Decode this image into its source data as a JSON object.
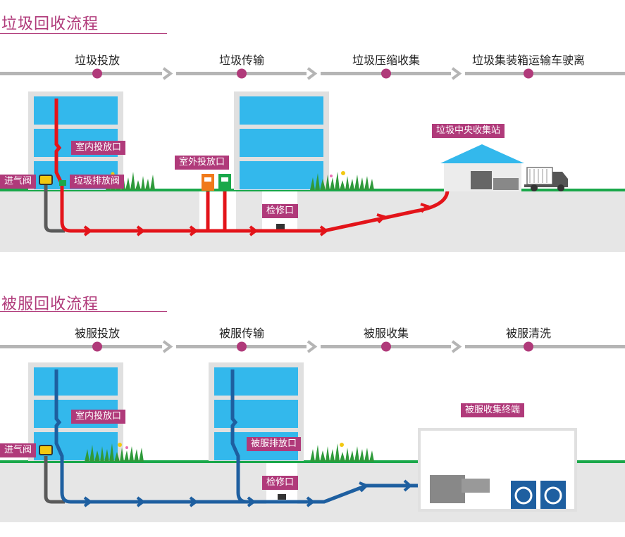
{
  "garbage": {
    "title": "垃圾回收流程",
    "steps": [
      "垃圾投放",
      "垃圾传输",
      "垃圾压缩收集",
      "垃圾集装箱运输车驶离"
    ],
    "labels": {
      "indoor_inlet": "室内投放口",
      "outdoor_inlet": "室外投放口",
      "discharge_valve": "垃圾排放阀",
      "air_inlet": "进气阀",
      "inspection": "检修口",
      "station": "垃圾中央收集站"
    }
  },
  "linen": {
    "title": "被服回收流程",
    "steps": [
      "被服投放",
      "被服传输",
      "被服收集",
      "被服清洗"
    ],
    "labels": {
      "indoor_inlet": "室内投放口",
      "discharge_valve": "被服排放口",
      "air_inlet": "进气阀",
      "inspection": "检修口",
      "terminal": "被服收集终端"
    }
  },
  "colors": {
    "accent": "#b03a7a",
    "garbage_pipe": "#e3141a",
    "linen_pipe": "#1e5fa0",
    "building": "#33b8ec",
    "ground_line": "#1aa84a",
    "ground": "#e6e6e6",
    "air_pipe": "#5a5a5a"
  }
}
